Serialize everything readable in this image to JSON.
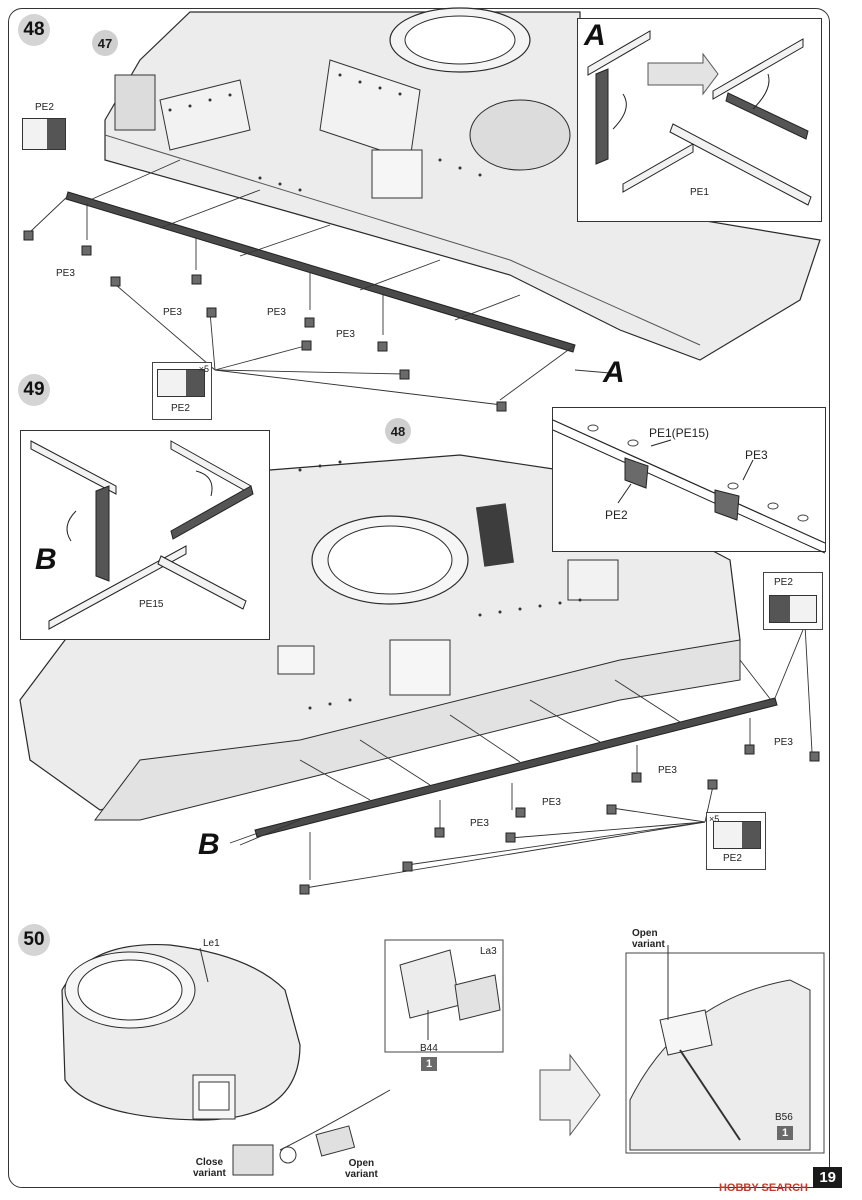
{
  "steps": {
    "s48": "48",
    "s49": "49",
    "s50": "50"
  },
  "refs": {
    "r47": "47",
    "r48": "48"
  },
  "step48": {
    "pe2": "PE2",
    "pe3": [
      "PE3",
      "PE3",
      "PE3",
      "PE3"
    ],
    "pe1": "PE1",
    "callout_qty": "×5",
    "callout_part": "PE2",
    "inset_letter": "A",
    "ref_letter": "A"
  },
  "step49": {
    "inset_letter": "B",
    "ref_letter": "B",
    "pe15": "PE15",
    "detail_pe1": "PE1(PE15)",
    "detail_pe3": "PE3",
    "detail_pe2": "PE2",
    "pe2": "PE2",
    "pe3": [
      "PE3",
      "PE3",
      "PE3",
      "PE3"
    ],
    "callout_qty": "×5",
    "callout_part": "PE2"
  },
  "step50": {
    "le1": "Le1",
    "la3": "La3",
    "b44": "B44",
    "b44_num": "1",
    "b56": "B56",
    "b56_num": "1",
    "close_variant": "Close\nvariant",
    "open_variant_bottom": "Open\nvariant",
    "open_variant_top": "Open\nvariant"
  },
  "page_number": "19",
  "watermark": "HOBBY SEARCH",
  "colors": {
    "hull_fill": "#e9e9e9",
    "line": "#2a2a2a",
    "pe_part": "#555555",
    "badge": "#d4d4d4"
  }
}
